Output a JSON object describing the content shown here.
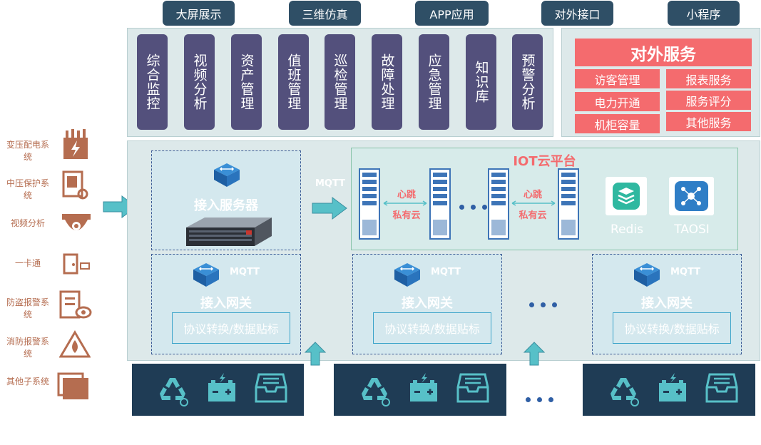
{
  "top_tabs": [
    "大屏展示",
    "三维仿真",
    "APP应用",
    "对外接口",
    "小程序"
  ],
  "modules": [
    "综合监控",
    "视频分析",
    "资产管理",
    "值班管理",
    "巡检管理",
    "故障处理",
    "应急管理",
    "知识库",
    "预警分析"
  ],
  "services": {
    "title": "对外服务",
    "items": [
      "访客管理",
      "报表服务",
      "电力开通",
      "服务评分",
      "机柜容量",
      "其他服务"
    ]
  },
  "subsystems": [
    "变压配电系统",
    "中压保护系统",
    "视频分析",
    "一卡通",
    "防盗报警系统",
    "消防报警系统",
    "其他子系统"
  ],
  "access_server": {
    "label": "接入服务器"
  },
  "mqtt_label": "MQTT",
  "iot": {
    "title": "IOT云平台",
    "heartbeat": "心跳",
    "private_cloud": "私有云",
    "redis": "Redis",
    "taosi": "TAOSI"
  },
  "gateways": [
    {
      "mqtt": "MQTT",
      "label": "接入网关",
      "protocol": "协议转换/数据贴标"
    },
    {
      "mqtt": "MQTT",
      "label": "接入网关",
      "protocol": "协议转换/数据贴标"
    },
    {
      "mqtt": "MQTT",
      "label": "接入网关",
      "protocol": "协议转换/数据贴标"
    }
  ],
  "colors": {
    "dark_navy": "#1f3c55",
    "module_purple": "#53507c",
    "service_red": "#f46b6e",
    "panel": "#dde9ea",
    "arrow_teal": "#57c0c8",
    "subsystem_brown": "#b56d50"
  }
}
